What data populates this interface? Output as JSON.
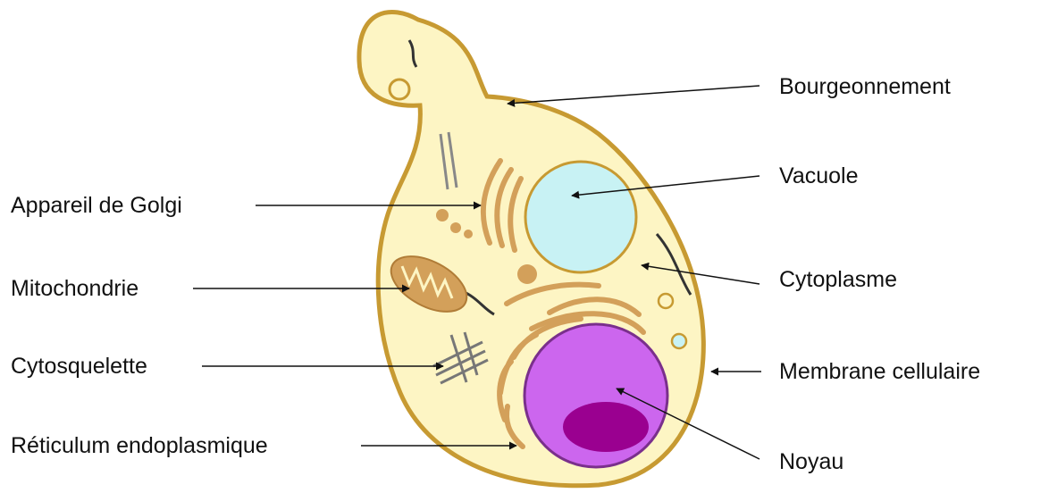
{
  "labels": {
    "bourgeonnement": "Bourgeonnement",
    "vacuole": "Vacuole",
    "appareil_golgi": "Appareil de Golgi",
    "mitochondrie": "Mitochondrie",
    "cytoplasme": "Cytoplasme",
    "cytosquelette": "Cytosquelette",
    "membrane": "Membrane cellulaire",
    "reticulum": "Réticulum endoplasmique",
    "noyau": "Noyau"
  },
  "colors": {
    "cytoplasm_fill": "#fdf5c4",
    "membrane_stroke": "#c79a32",
    "organelle_tan": "#d3a05a",
    "organelle_tan_dark": "#b07c37",
    "vacuole_fill": "#c8f2f4",
    "nucleus_fill": "#cc66ee",
    "nucleus_stroke": "#7a2f8c",
    "nucleolus_fill": "#9a0090",
    "cytoskeleton": "#777777",
    "arrow": "#111111"
  }
}
